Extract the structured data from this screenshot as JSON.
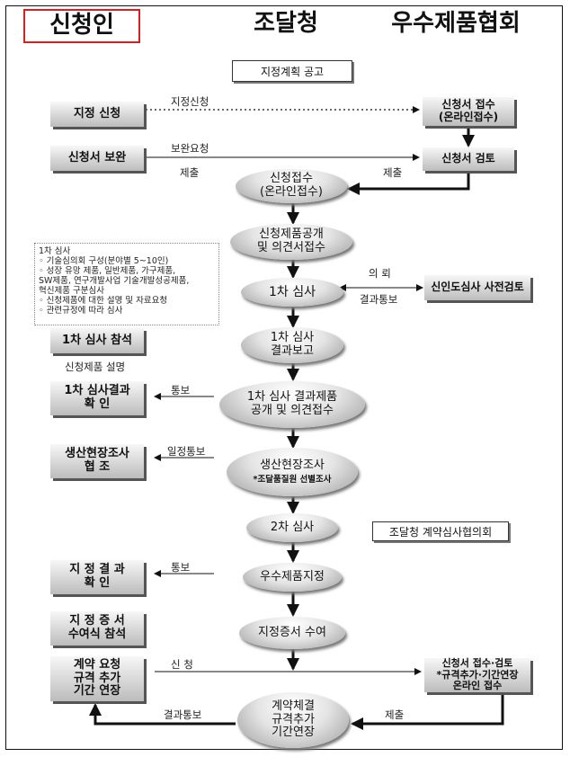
{
  "headers": {
    "applicant": "신청인",
    "pps": "조달청",
    "association": "우수제품협회"
  },
  "notice_box": "지정계획 공고",
  "left_boxes": {
    "designation_apply": "지정 신청",
    "supplement": "신청서 보완",
    "review1_attend": "1차 심사 참석",
    "review1_confirm": "1차 심사결과\n확        인",
    "site_cooperate": "생산현장조사\n협        조",
    "result_confirm": "지 정 결 과\n확        인",
    "cert_attend": "지 정 증 서\n수여식 참석",
    "contract_request": "계약 요청\n규격 추가\n기간 연장"
  },
  "right_boxes": {
    "receipt": "신청서 접수\n(온라인접수)",
    "review": "신청서 검토",
    "new_tech": "신인도심사 사전검토",
    "final_receipt": "신청서 접수·검토\n*규격추가·기간연장\n온라인 접수"
  },
  "ovals": {
    "reception": "신청접수\n(온라인접수)",
    "disclosure": "신청제품공개\n및 의견서접수",
    "review1": "1차 심사",
    "review1_report": "1차 심사\n결과보고",
    "review1_disclose": "1차 심사 결과제품\n공개 및 의견접수",
    "site_survey": "생산현장조사",
    "site_survey_note": "*조달품질원 선별조사",
    "review2": "2차 심사",
    "designation": "우수제품지정",
    "certificate": "지정증서 수여",
    "contract": "계약체결\n규격추가\n기간연장"
  },
  "committee": "조달청 계약심사협의회",
  "edge_labels": {
    "apply": "지정신청",
    "supplement_req": "보완요청",
    "submit_left": "제출",
    "submit_right": "제출",
    "request": "의 뢰",
    "result_notice": "결과통보",
    "explain": "신청제품 설명",
    "notify1": "통보",
    "schedule_notify": "일정통보",
    "notify2": "통보",
    "apply2": "신 청",
    "result_notice2": "결과통보",
    "submit_bottom": "제출"
  },
  "review_note": {
    "title": "1차 심사",
    "lines": [
      "◦ 기술심의회 구성(분야별 5~10인)",
      "◦ 성장 유망 제품, 일반제품, 가구제품,",
      "  SW제품, 연구개발사업 기술개발성공제품,",
      "  혁신제품 구분심사",
      "◦ 신청제품에 대한 설명 및 자료요청",
      "◦ 관련규정에 따라 심사"
    ]
  }
}
